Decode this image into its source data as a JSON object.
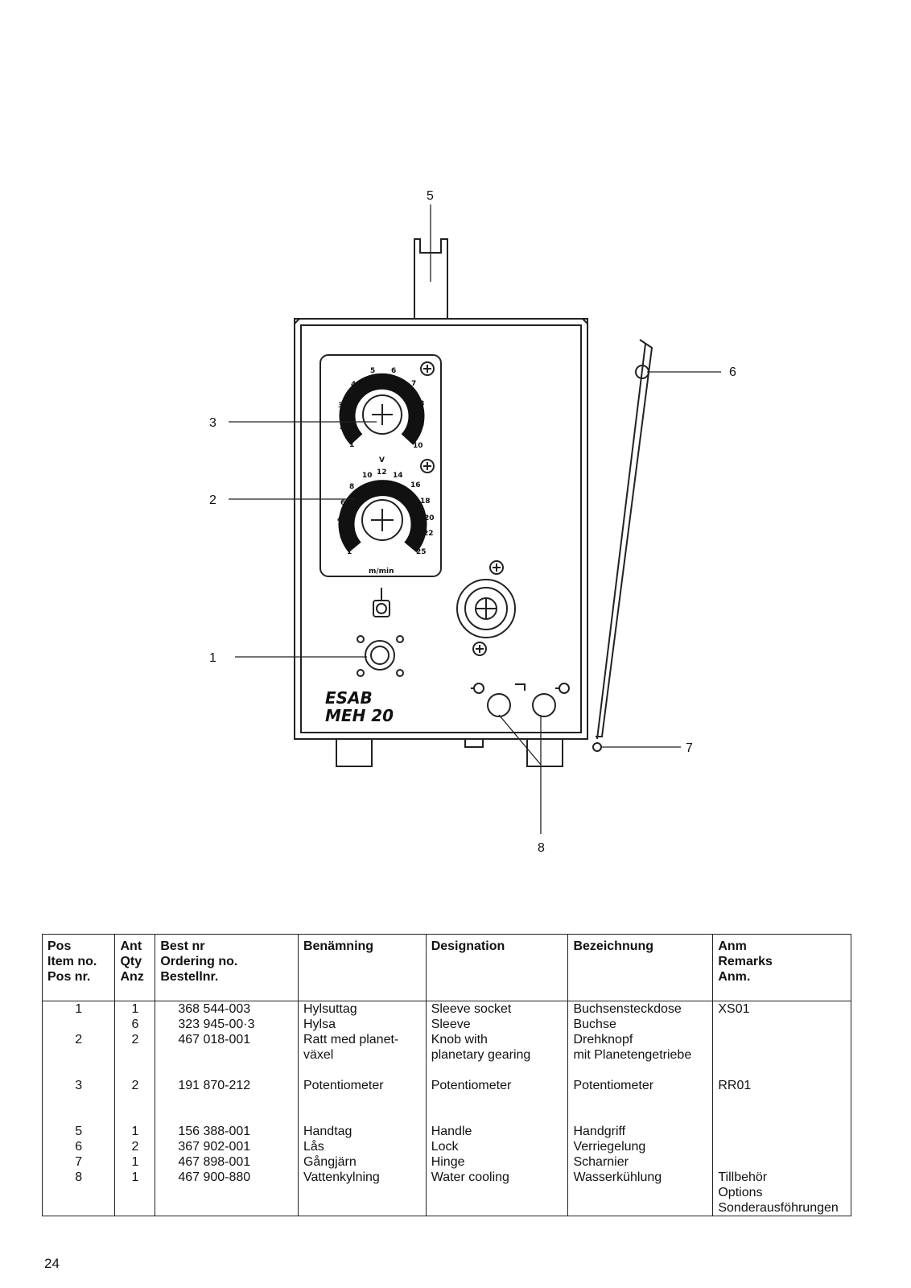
{
  "diagram": {
    "callouts": [
      "5",
      "6",
      "3",
      "2",
      "1",
      "7",
      "8"
    ],
    "brand": [
      "ESAB",
      "MEH 20"
    ],
    "voltage_dial": {
      "scale": [
        "1",
        "2",
        "3",
        "4",
        "5",
        "6",
        "7",
        "8",
        "9",
        "10"
      ],
      "unit": "V"
    },
    "speed_dial": {
      "scale": [
        "1",
        "2",
        "4",
        "6",
        "8",
        "10",
        "12",
        "14",
        "16",
        "18",
        "20",
        "22",
        "25"
      ],
      "unit": "m/min"
    }
  },
  "table": {
    "headers": {
      "pos": [
        "Pos",
        "Item no.",
        "Pos nr."
      ],
      "qty": [
        "Ant",
        "Qty",
        "Anz"
      ],
      "order": [
        "Best nr",
        "Ordering no.",
        "Bestellnr."
      ],
      "benamning": [
        "Benämning"
      ],
      "designation": [
        "Designation"
      ],
      "bezeichnung": [
        "Bezeichnung"
      ],
      "remarks": [
        "Anm",
        "Remarks",
        "Anm."
      ]
    },
    "rows": [
      {
        "pos": "1",
        "qty": "1",
        "order": "368 544-003",
        "benamning": "Hylsuttag",
        "designation": "Sleeve socket",
        "bezeichnung": "Buchsensteckdose",
        "remarks": "XS01"
      },
      {
        "pos": "",
        "qty": "6",
        "order": "323 945-00·3",
        "benamning": "Hylsa",
        "designation": "Sleeve",
        "bezeichnung": "Buchse",
        "remarks": ""
      },
      {
        "pos": "2",
        "qty": "2",
        "order": "467 018-001",
        "benamning": "Ratt med planet-",
        "designation": "Knob with",
        "bezeichnung": "Drehknopf",
        "remarks": ""
      },
      {
        "pos": "",
        "qty": "",
        "order": "",
        "benamning": "växel",
        "designation": "planetary gearing",
        "bezeichnung": "mit Planetengetriebe",
        "remarks": ""
      },
      {
        "pos": "",
        "qty": "",
        "order": "",
        "benamning": "",
        "designation": "",
        "bezeichnung": "",
        "remarks": ""
      },
      {
        "pos": "3",
        "qty": "2",
        "order": "191 870-212",
        "benamning": "Potentiometer",
        "designation": "Potentiometer",
        "bezeichnung": "Potentiometer",
        "remarks": "RR01"
      },
      {
        "pos": "",
        "qty": "",
        "order": "",
        "benamning": "",
        "designation": "",
        "bezeichnung": "",
        "remarks": ""
      },
      {
        "pos": "",
        "qty": "",
        "order": "",
        "benamning": "",
        "designation": "",
        "bezeichnung": "",
        "remarks": ""
      },
      {
        "pos": "5",
        "qty": "1",
        "order": "156 388-001",
        "benamning": "Handtag",
        "designation": "Handle",
        "bezeichnung": "Handgriff",
        "remarks": ""
      },
      {
        "pos": "6",
        "qty": "2",
        "order": "367 902-001",
        "benamning": "Lås",
        "designation": "Lock",
        "bezeichnung": "Verriegelung",
        "remarks": ""
      },
      {
        "pos": "7",
        "qty": "1",
        "order": "467 898-001",
        "benamning": "Gångjärn",
        "designation": "Hinge",
        "bezeichnung": "Scharnier",
        "remarks": ""
      },
      {
        "pos": "8",
        "qty": "1",
        "order": "467 900-880",
        "benamning": "Vattenkylning",
        "designation": "Water cooling",
        "bezeichnung": "Wasserkühlung",
        "remarks": "Tillbehör"
      },
      {
        "pos": "",
        "qty": "",
        "order": "",
        "benamning": "",
        "designation": "",
        "bezeichnung": "",
        "remarks": "Options"
      },
      {
        "pos": "",
        "qty": "",
        "order": "",
        "benamning": "",
        "designation": "",
        "bezeichnung": "",
        "remarks": "Sonderausföhrungen"
      }
    ]
  },
  "page_number": "24"
}
